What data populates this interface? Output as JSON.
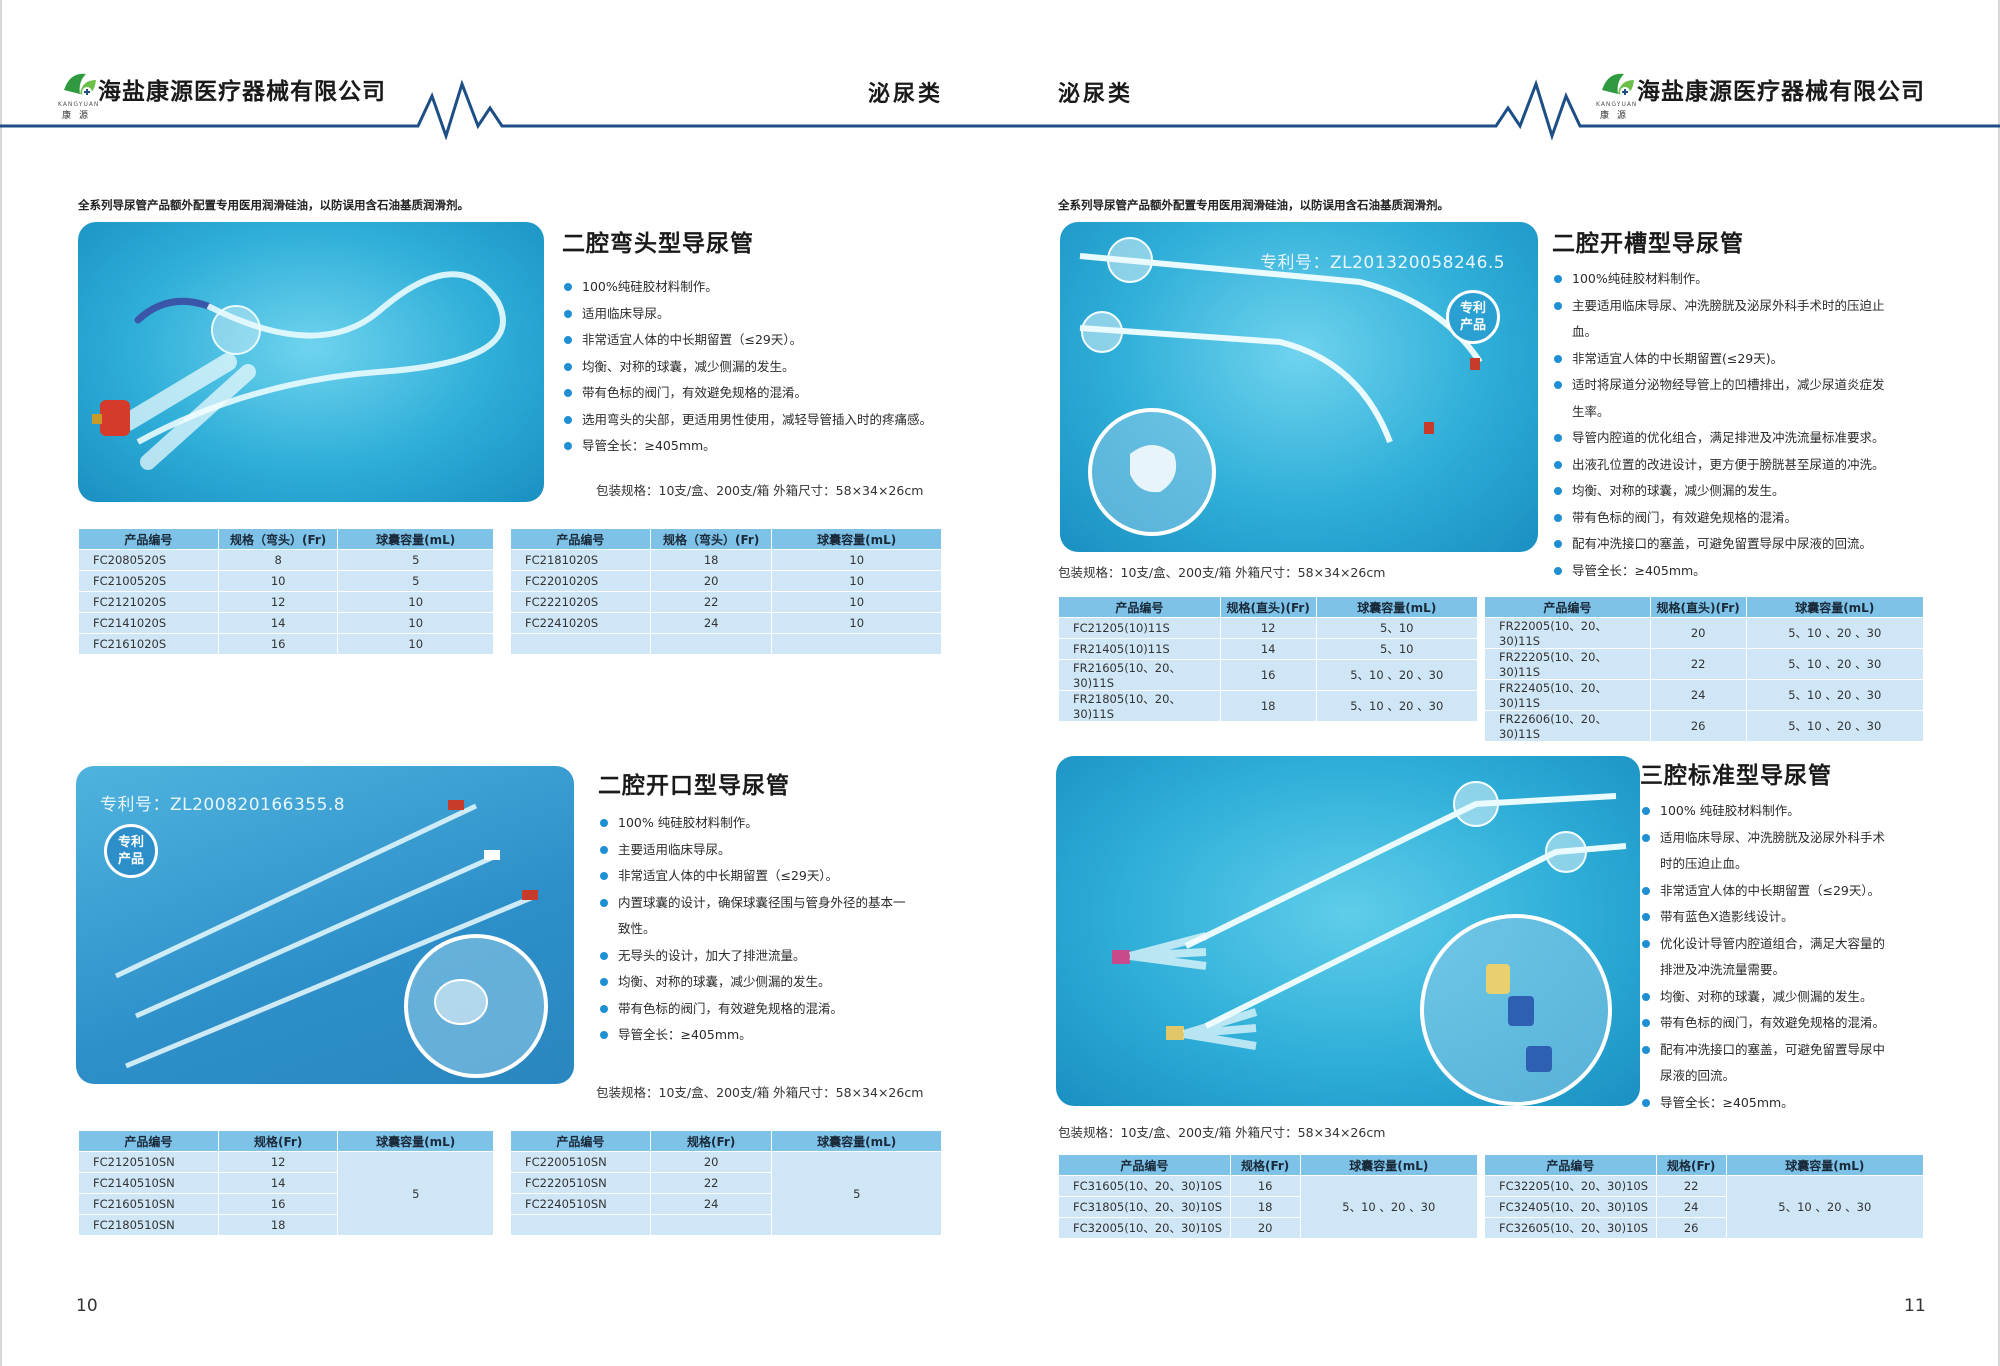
{
  "header": {
    "company": "海盐康源医疗器械有限公司",
    "category_left": "泌尿类",
    "category_right": "泌尿类",
    "logo_sub": "KANGYUAN",
    "logo_cn": "康源"
  },
  "notice": "全系列导尿管产品额外配置专用医用润滑硅油，以防误用含石油基质润滑剂。",
  "product1": {
    "title": "二腔弯头型导尿管",
    "features": [
      "100%纯硅胶材料制作。",
      "适用临床导尿。",
      "非常适宜人体的中长期留置（≤29天）。",
      "均衡、对称的球囊，减少侧漏的发生。",
      "带有色标的阀门，有效避免规格的混淆。",
      "选用弯头的尖部，更适用男性使用，减轻导管插入时的疼痛感。",
      "导管全长：≥405mm。"
    ],
    "pack": "包装规格：10支/盒、200支/箱   外箱尺寸：58×34×26cm",
    "headers": [
      "产品编号",
      "规格（弯头）(Fr)",
      "球囊容量(mL)"
    ],
    "rows_a": [
      [
        "FC2080520S",
        "8",
        "5"
      ],
      [
        "FC2100520S",
        "10",
        "5"
      ],
      [
        "FC2121020S",
        "12",
        "10"
      ],
      [
        "FC2141020S",
        "14",
        "10"
      ],
      [
        "FC2161020S",
        "16",
        "10"
      ]
    ],
    "rows_b": [
      [
        "FC2181020S",
        "18",
        "10"
      ],
      [
        "FC2201020S",
        "20",
        "10"
      ],
      [
        "FC2221020S",
        "22",
        "10"
      ],
      [
        "FC2241020S",
        "24",
        "10"
      ],
      [
        "",
        "",
        ""
      ]
    ]
  },
  "product2": {
    "title": "二腔开口型导尿管",
    "patent": "专利号：ZL200820166355.8",
    "badge": [
      "专利",
      "产品"
    ],
    "features": [
      "100% 纯硅胶材料制作。",
      "主要适用临床导尿。",
      "非常适宜人体的中长期留置（≤29天）。",
      "内置球囊的设计，确保球囊径围与管身外径的基本一|致性。",
      "无导头的设计，加大了排泄流量。",
      "均衡、对称的球囊，减少侧漏的发生。",
      "带有色标的阀门，有效避免规格的混淆。",
      "导管全长：≥405mm。"
    ],
    "pack": "包装规格：10支/盒、200支/箱   外箱尺寸：58×34×26cm",
    "headers": [
      "产品编号",
      "规格(Fr)",
      "球囊容量(mL)"
    ],
    "rows_a": [
      [
        "FC2120510SN",
        "12"
      ],
      [
        "FC2140510SN",
        "14"
      ],
      [
        "FC2160510SN",
        "16"
      ],
      [
        "FC2180510SN",
        "18"
      ]
    ],
    "rows_b": [
      [
        "FC2200510SN",
        "20"
      ],
      [
        "FC2220510SN",
        "22"
      ],
      [
        "FC2240510SN",
        "24"
      ],
      [
        "",
        ""
      ]
    ],
    "volume": "5"
  },
  "product3": {
    "title": "二腔开槽型导尿管",
    "patent": "专利号：ZL201320058246.5",
    "badge": [
      "专利",
      "产品"
    ],
    "features": [
      "100%纯硅胶材料制作。",
      "主要适用临床导尿、冲洗膀胱及泌尿外科手术时的压迫止|血。",
      "非常适宜人体的中长期留置(≤29天)。",
      "适时将尿道分泌物经导管上的凹槽排出，减少尿道炎症发|生率。",
      "导管内腔道的优化组合，满足排泄及冲洗流量标准要求。",
      "出液孔位置的改进设计，更方便于膀胱甚至尿道的冲洗。",
      "均衡、对称的球囊，减少侧漏的发生。",
      "带有色标的阀门，有效避免规格的混淆。",
      "配有冲洗接口的塞盖，可避免留置导尿中尿液的回流。",
      "导管全长：≥405mm。"
    ],
    "pack": "包装规格：10支/盒、200支/箱    外箱尺寸：58×34×26cm",
    "headers": [
      "产品编号",
      "规格(直头)(Fr)",
      "球囊容量(mL)"
    ],
    "rows_a": [
      [
        "FC21205(10)11S",
        "12",
        "5、10"
      ],
      [
        "FR21405(10)11S",
        "14",
        "5、10"
      ],
      [
        "FR21605(10、20、30)11S",
        "16",
        "5、10 、20 、30"
      ],
      [
        "FR21805(10、20、30)11S",
        "18",
        "5、10 、20 、30"
      ]
    ],
    "rows_b": [
      [
        "FR22005(10、20、30)11S",
        "20",
        "5、10 、20 、30"
      ],
      [
        "FR22205(10、20、30)11S",
        "22",
        "5、10 、20 、30"
      ],
      [
        "FR22405(10、20、30)11S",
        "24",
        "5、10 、20 、30"
      ],
      [
        "FR22606(10、20、30)11S",
        "26",
        "5、10 、20 、30"
      ]
    ]
  },
  "product4": {
    "title": "三腔标准型导尿管",
    "features": [
      "100% 纯硅胶材料制作。",
      "适用临床导尿、冲洗膀胱及泌尿外科手术|时的压迫止血。",
      "非常适宜人体的中长期留置（≤29天）。",
      "带有蓝色X造影线设计。",
      "优化设计导管内腔道组合，满足大容量的|排泄及冲洗流量需要。",
      "均衡、对称的球囊，减少侧漏的发生。",
      "带有色标的阀门，有效避免规格的混淆。",
      "配有冲洗接口的塞盖，可避免留置导尿中|尿液的回流。",
      "导管全长：≥405mm。"
    ],
    "pack": "包装规格：10支/盒、200支/箱    外箱尺寸：58×34×26cm",
    "headers": [
      "产品编号",
      "规格(Fr)",
      "球囊容量(mL)"
    ],
    "rows_a": [
      [
        "FC31605(10、20、30)10S",
        "16"
      ],
      [
        "FC31805(10、20、30)10S",
        "18"
      ],
      [
        "FC32005(10、20、30)10S",
        "20"
      ]
    ],
    "rows_b": [
      [
        "FC32205(10、20、30)10S",
        "22"
      ],
      [
        "FC32405(10、20、30)10S",
        "24"
      ],
      [
        "FC32605(10、20、30)10S",
        "26"
      ]
    ],
    "volume": "5、10 、20 、30"
  },
  "page_left": "10",
  "page_right": "11"
}
